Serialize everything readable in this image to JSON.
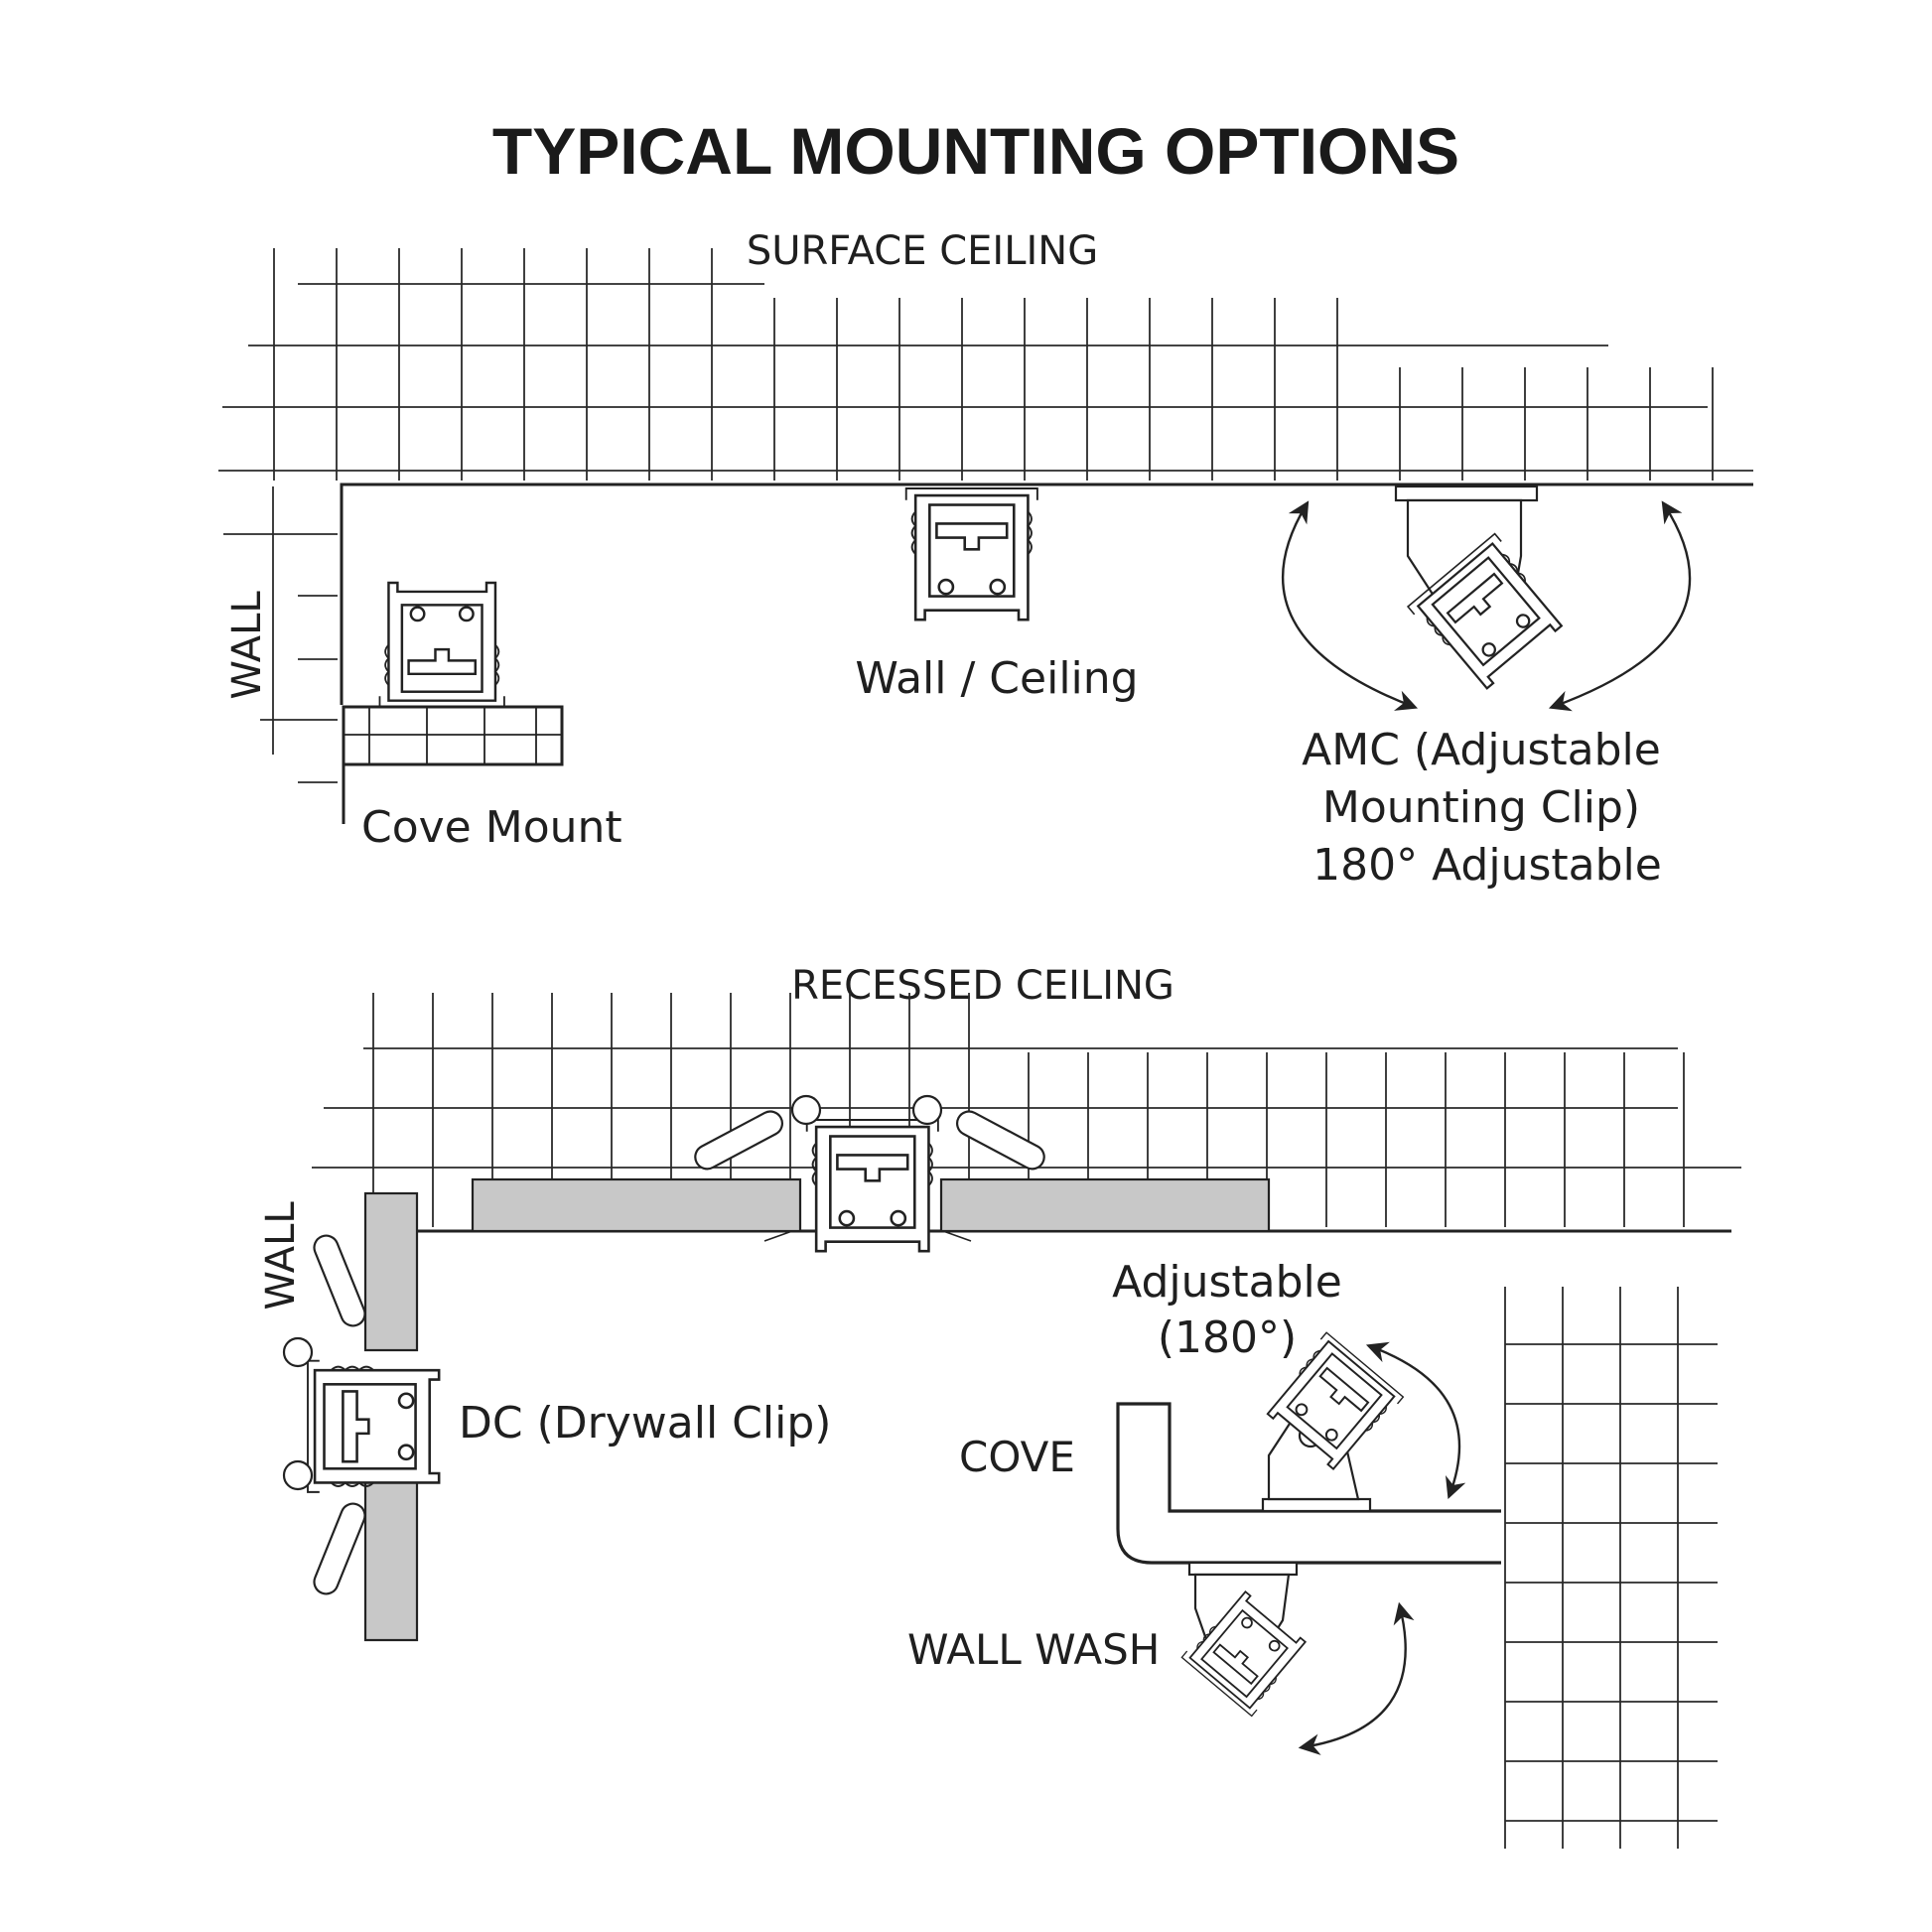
{
  "title": "TYPICAL MOUNTING OPTIONS",
  "surface": {
    "heading": "SURFACE CEILING",
    "wall": "WALL",
    "cove_mount": "Cove Mount",
    "wall_ceiling": "Wall / Ceiling",
    "amc_line1": "AMC (Adjustable",
    "amc_line2": "Mounting Clip)",
    "amc_line3": "180° Adjustable"
  },
  "recessed": {
    "heading": "RECESSED CEILING",
    "wall": "WALL",
    "dc": "DC (Drywall Clip)",
    "adjustable_line1": "Adjustable",
    "adjustable_line2": "(180°)",
    "cove": "COVE",
    "wall_wash": "WALL WASH"
  },
  "colors": {
    "ink": "#222222",
    "drywall": "#c8c8c8",
    "background": "#ffffff"
  }
}
